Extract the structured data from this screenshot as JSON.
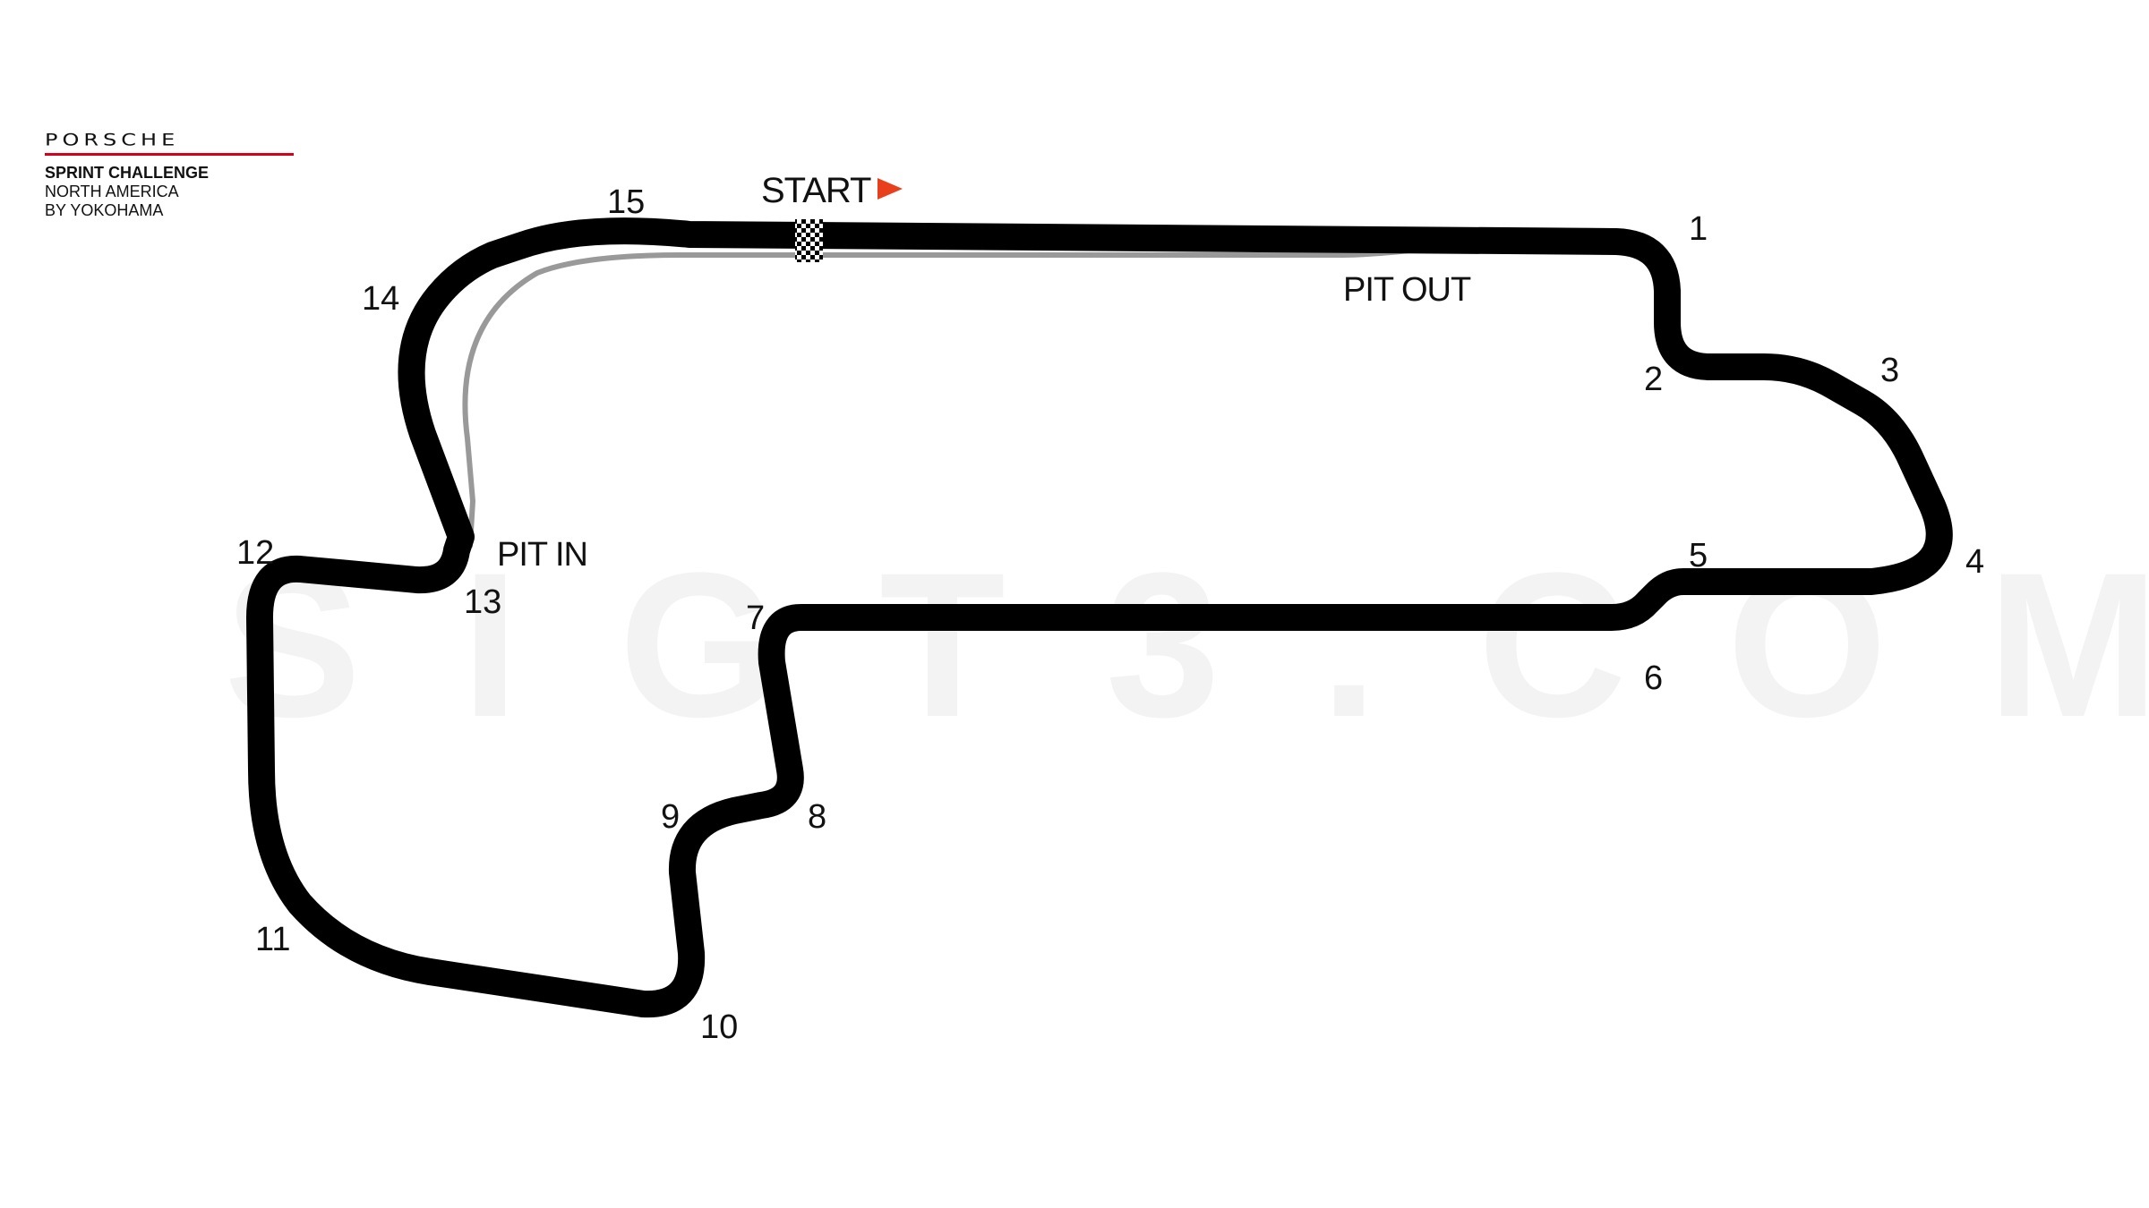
{
  "logo": {
    "wordmark": "PORSCHE",
    "line1": "SPRINT CHALLENGE",
    "line2": "NORTH AMERICA",
    "line3": "BY YOKOHAMA",
    "accent_color": "#d5001c"
  },
  "watermark": "SIGT3.COM",
  "track": {
    "track_color": "#000000",
    "pit_lane_color": "#999999",
    "start_label": "START",
    "start_arrow_color": "#e8401c",
    "pit_in_label": "PIT IN",
    "pit_out_label": "PIT OUT",
    "turns": [
      "1",
      "2",
      "3",
      "4",
      "5",
      "6",
      "7",
      "8",
      "9",
      "10",
      "11",
      "12",
      "13",
      "14",
      "15"
    ]
  }
}
